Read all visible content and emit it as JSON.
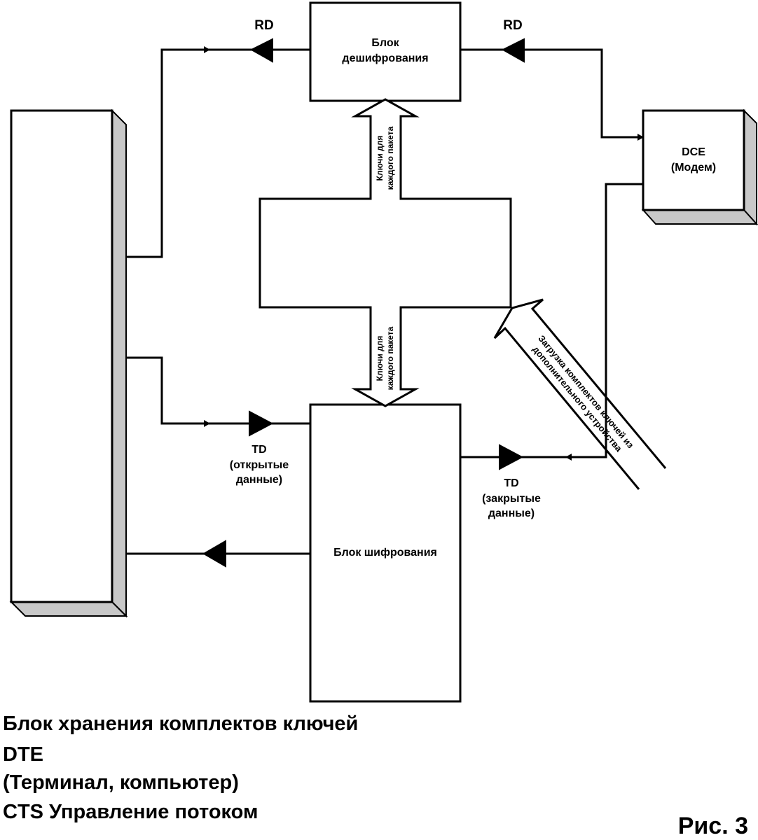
{
  "labels": {
    "rd_left": "RD",
    "rd_right": "RD",
    "decrypt_block": [
      "Блок",
      "дешифрования"
    ],
    "dce_block": [
      "DCE",
      "(Модем)"
    ],
    "keys_upper": [
      "Ключи для",
      "каждого пакета"
    ],
    "keys_lower": [
      "Ключи для",
      "каждого пакета"
    ],
    "load_arrow": [
      "Загрузка комплектов ключей из",
      "дополнительного устройства"
    ],
    "td_open": [
      "TD",
      "(открытые",
      "данные)"
    ],
    "td_closed": [
      "TD",
      "(закрытые",
      "данные)"
    ],
    "encrypt_block": "Блок шифрования"
  },
  "footer": {
    "line1": "Блок хранения комплектов ключей",
    "line2": "DTE",
    "line3": "(Терминал, компьютер)",
    "line4": "CTS Управление потоком"
  },
  "figure_label": "Рис. 3"
}
